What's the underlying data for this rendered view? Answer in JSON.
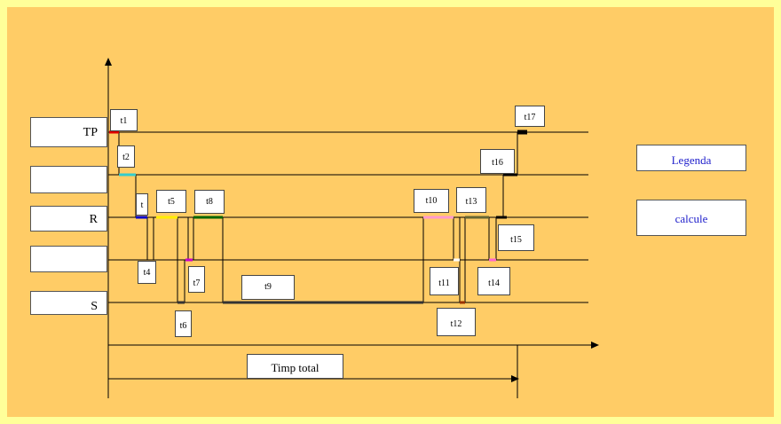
{
  "levels": [
    {
      "label": "TP"
    },
    {
      "label": ""
    },
    {
      "label": "R"
    },
    {
      "label": ""
    },
    {
      "label": "S"
    }
  ],
  "time_labels": [
    "t1",
    "t2",
    "t",
    "t4",
    "t5",
    "t6",
    "t7",
    "t8",
    "t9",
    "t10",
    "t11",
    "t12",
    "t13",
    "t14",
    "t15",
    "t16",
    "t17"
  ],
  "total_label": "Timp total",
  "buttons": {
    "legend": "Legenda",
    "calc": "calcule"
  },
  "colors": {
    "background_outer": "#ffff99",
    "background_panel": "#ffcc66",
    "segment_colors": [
      "#dd0000",
      "#33cccc",
      "#0000cc",
      "#ffee00",
      "#cc00cc",
      "#006600",
      "#333333",
      "#ff99cc",
      "#ffffff",
      "#993300",
      "#666633",
      "#ff66cc",
      "#000000"
    ]
  }
}
